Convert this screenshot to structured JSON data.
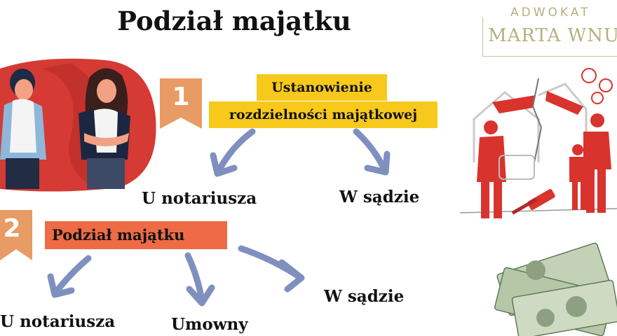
{
  "title": "Podział majątku",
  "logo": {
    "top": "ADWOKAT",
    "bottom": "MARTA WNUK"
  },
  "step1": {
    "number": "1",
    "label_line1": "Ustanowienie",
    "label_line2": "rozdzielności majątkowej",
    "left": "U notariusza",
    "right": "W sądzie"
  },
  "step2": {
    "number": "2",
    "label": "Podział majątku",
    "left": "U notariusza",
    "middle": "Umowny",
    "right": "W sądzie"
  },
  "colors": {
    "badge": "#e89b64",
    "yellow": "#f7c91c",
    "orange": "#ee6b45",
    "arrow": "#7f90bf",
    "red": "#d9332e"
  }
}
